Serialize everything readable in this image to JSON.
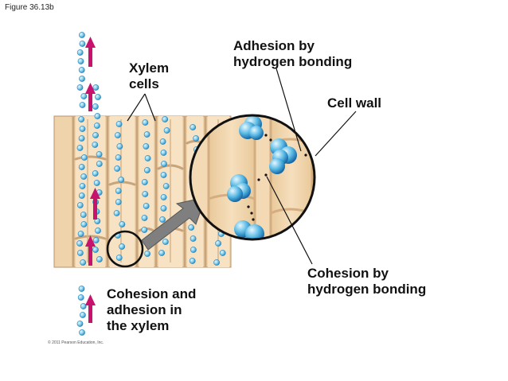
{
  "figure_label": "Figure 36.13b",
  "labels": {
    "xylem_cells": [
      "Xylem",
      "cells"
    ],
    "adhesion": [
      "Adhesion by",
      "hydrogen bonding"
    ],
    "cell_wall": "Cell wall",
    "cohesion_bonding": [
      "Cohesion by",
      "hydrogen bonding"
    ],
    "cohesion_adhesion": [
      "Cohesion and",
      "adhesion in",
      "the xylem"
    ]
  },
  "copyright": "© 2011 Pearson Education, Inc.",
  "colors": {
    "wood": "#edcfa5",
    "wood_dark": "#d8b284",
    "water": "#8fd4ea",
    "water_dark": "#1f7fb8",
    "arrow": "#c8136e",
    "pointer": "#7f7f7f"
  }
}
